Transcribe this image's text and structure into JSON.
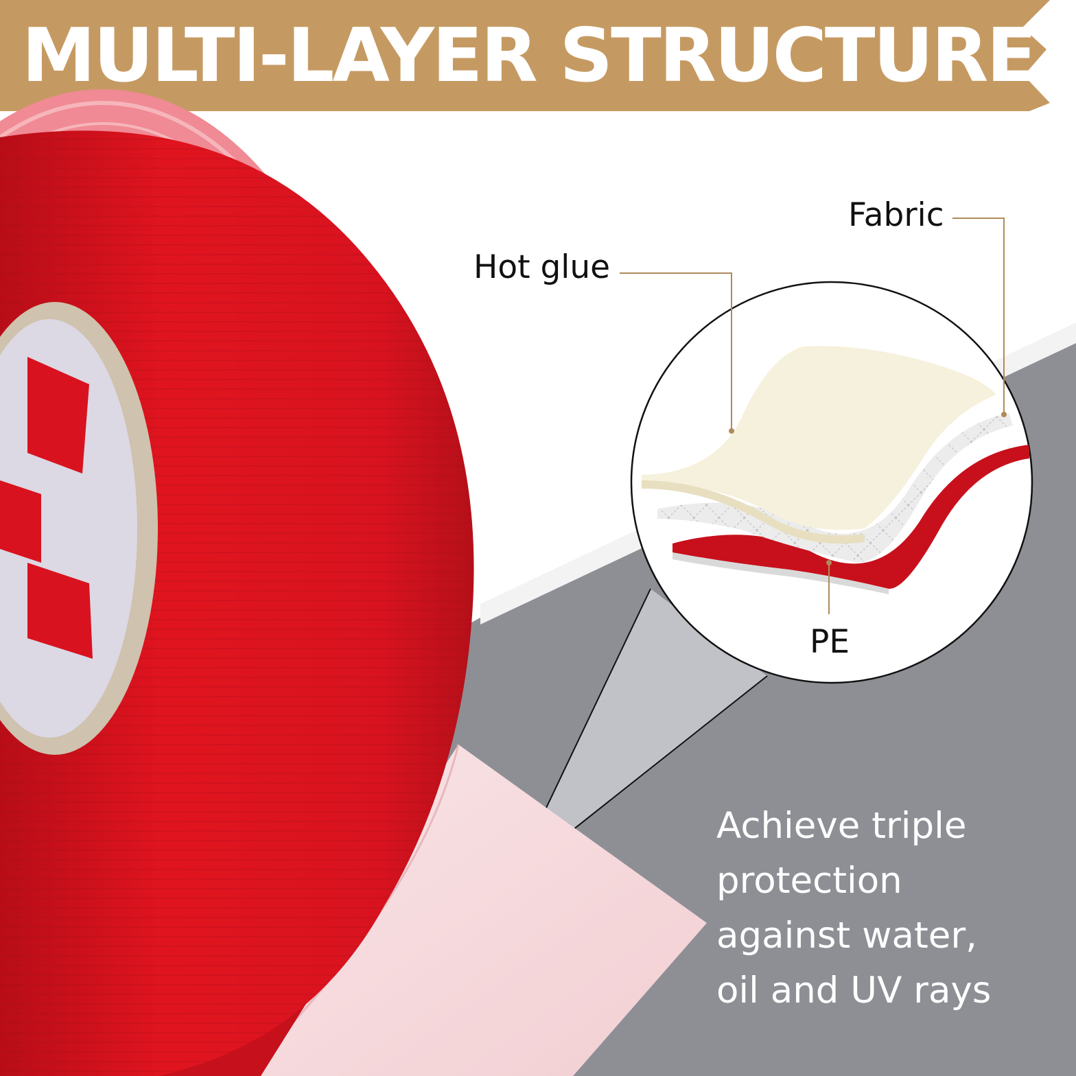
{
  "banner": {
    "title": "MULTI-LAYER STRUCTURE",
    "color": "#c59a62"
  },
  "diagram": {
    "labels": {
      "fabric": "Fabric",
      "hot_glue": "Hot glue",
      "pe": "PE"
    },
    "leader_color": "#b08a5a"
  },
  "tagline": {
    "lines": [
      "Achieve triple",
      "protection",
      "against water,",
      "oil and UV rays"
    ]
  },
  "colors": {
    "tape_red": "#d8131f",
    "adhesive_pink": "#f6d9dc",
    "backdrop_gray": "#8d8f95",
    "background_white": "#ffffff"
  }
}
